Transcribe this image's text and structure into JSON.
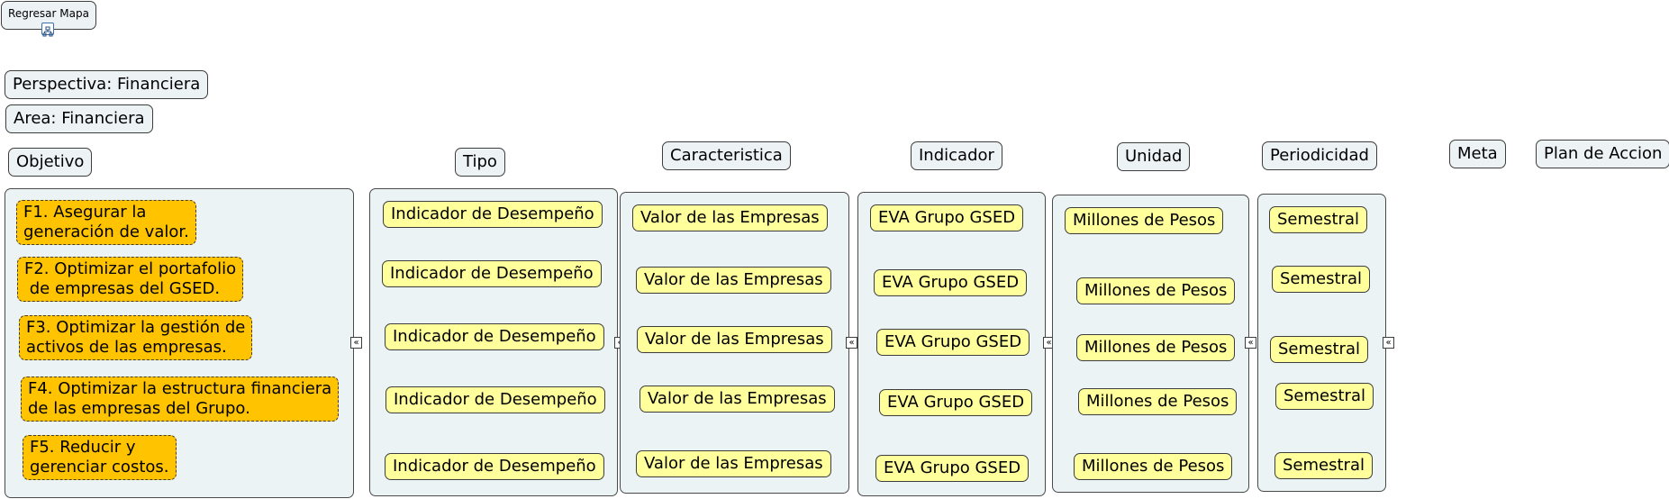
{
  "back_button": {
    "label": "Regresar Mapa",
    "icon": "sitemap-icon"
  },
  "perspective": "Perspectiva: Financiera",
  "area": "Area: Financiera",
  "headers": {
    "objetivo": "Objetivo",
    "tipo": "Tipo",
    "caracteristica": "Caracteristica",
    "indicador": "Indicador",
    "unidad": "Unidad",
    "periodicidad": "Periodicidad",
    "meta": "Meta",
    "plan": "Plan de Accion"
  },
  "objectives": [
    "F1. Asegurar la\ngeneración de valor.",
    "F2. Optimizar el portafolio\n de empresas del GSED.",
    "F3. Optimizar la gestión de\nactivos de las empresas.",
    "F4. Optimizar la estructura financiera\nde las empresas del Grupo.",
    "F5. Reducir y\ngerenciar costos."
  ],
  "tipo": [
    "Indicador de Desempeño",
    "Indicador de Desempeño",
    "Indicador de Desempeño",
    "Indicador de Desempeño",
    "Indicador de Desempeño"
  ],
  "caracteristica": [
    "Valor de las Empresas",
    "Valor de las Empresas",
    "Valor de las Empresas",
    "Valor de las Empresas",
    "Valor de las Empresas"
  ],
  "indicador": [
    "EVA Grupo GSED",
    "EVA Grupo GSED",
    "EVA Grupo GSED",
    "EVA Grupo GSED",
    "EVA Grupo GSED"
  ],
  "unidad": [
    "Millones de Pesos",
    "Millones de Pesos",
    "Millones de Pesos",
    "Millones de Pesos",
    "Millones de Pesos"
  ],
  "periodicidad": [
    "Semestral",
    "Semestral",
    "Semestral",
    "Semestral",
    "Semestral"
  ],
  "collapse_glyph": "«",
  "colors": {
    "node_bg": "#edf3f5",
    "value_bg": "#ffff9c",
    "objective_bg": "#ffc300",
    "border": "#3d3d3d"
  }
}
